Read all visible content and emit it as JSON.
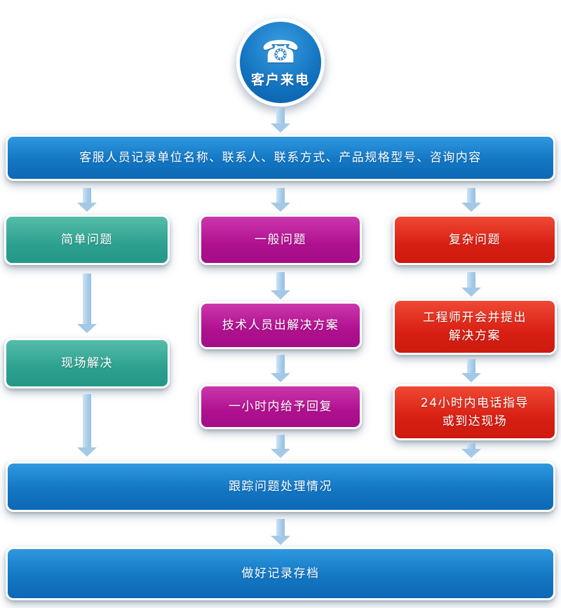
{
  "flowchart": {
    "start": {
      "label": "客户来电",
      "icon": "☎"
    },
    "record": {
      "label": "客服人员记录单位名称、联系人、联系方式、产品规格型号、咨询内容"
    },
    "simple": {
      "label": "简单问题"
    },
    "general": {
      "label": "一般问题"
    },
    "complex": {
      "label": "复杂问题"
    },
    "onsite": {
      "label": "现场解决"
    },
    "tech": {
      "label": "技术人员出解决方案"
    },
    "reply": {
      "label": "一小时内给予回复"
    },
    "engineer": {
      "line1": "工程师开会并提出",
      "line2": "解决方案"
    },
    "hotline": {
      "line1": "24小时内电话指导",
      "line2": "或到达现场"
    },
    "track": {
      "label": "跟踪问题处理情况"
    },
    "archive": {
      "label": "做好记录存档"
    }
  },
  "colors": {
    "blue": "#1377c4",
    "teal": "#2da08f",
    "magenta": "#b0108f",
    "red": "#d81f13",
    "arrow": "#a4c9e6"
  }
}
